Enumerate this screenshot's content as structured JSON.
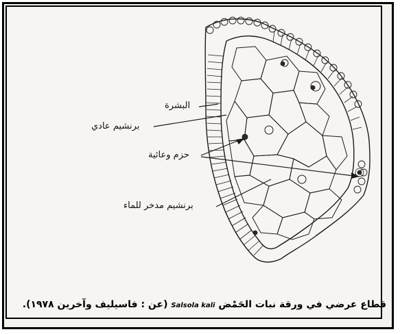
{
  "labels": {
    "epidermis": "البشرة",
    "ordinary_parenchyma": "برنشيم عادي",
    "vascular_bundles": "حزم وعائية",
    "water_storage_parenchyma": "برنشيم مدخر للماء"
  },
  "caption": {
    "before": "قطاع عرضي في ورقة نبات الحَمْض",
    "latin": "Salsola kali",
    "after": "(عن : فاسيليف وآخرين ١٩٧٨)."
  },
  "colors": {
    "ink": "#1a1a1a",
    "paper": "#f7f5f1",
    "frame": "#000000"
  }
}
